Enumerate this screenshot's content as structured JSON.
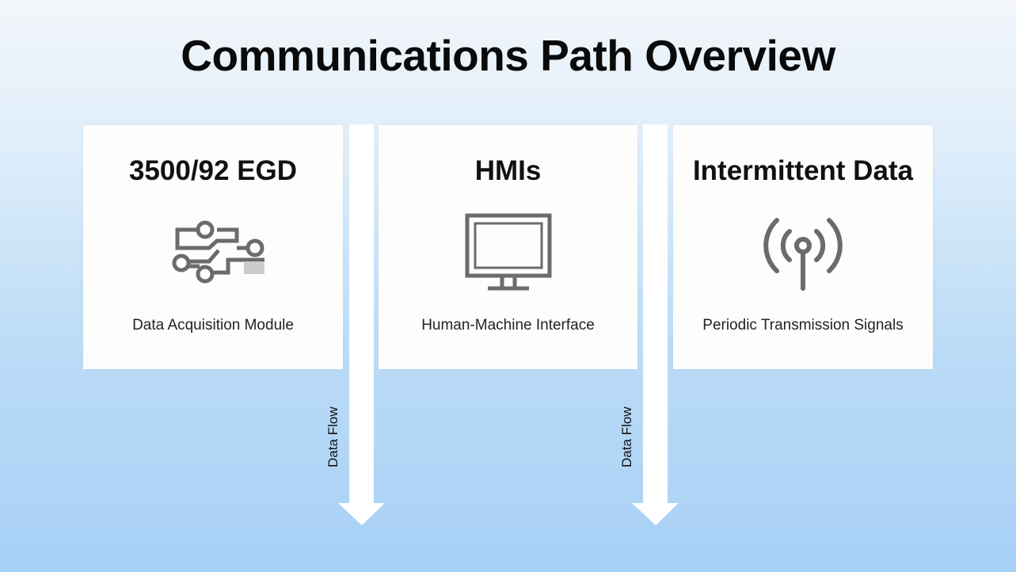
{
  "title": "Communications Path Overview",
  "cards": [
    {
      "title": "3500/92 EGD",
      "subtitle": "Data Acquisition Module",
      "icon": "circuit-icon"
    },
    {
      "title": "HMIs",
      "subtitle": "Human-Machine Interface",
      "icon": "monitor-icon"
    },
    {
      "title": "Intermittent Data",
      "subtitle": "Periodic Transmission Signals",
      "icon": "antenna-signal-icon"
    }
  ],
  "arrows": [
    {
      "label": "Data Flow"
    },
    {
      "label": "Data Flow"
    }
  ],
  "colors": {
    "icon": "#6b6b6b",
    "arrow": "#ffffff",
    "card": "#fdfdfc"
  }
}
